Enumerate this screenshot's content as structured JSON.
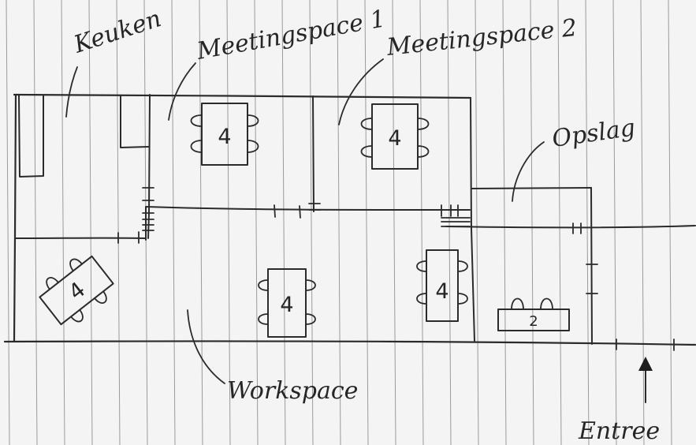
{
  "labels": {
    "keuken": "Keuken",
    "meeting1": "Meetingspace 1",
    "meeting2": "Meetingspace 2",
    "opslag": "Opslag",
    "workspace": "Workspace",
    "entree": "Entree"
  },
  "tables": {
    "meeting1": "4",
    "meeting2": "4",
    "workspace_left": "4",
    "workspace_center": "4",
    "workspace_right": "4",
    "entrance_desk": "2"
  }
}
